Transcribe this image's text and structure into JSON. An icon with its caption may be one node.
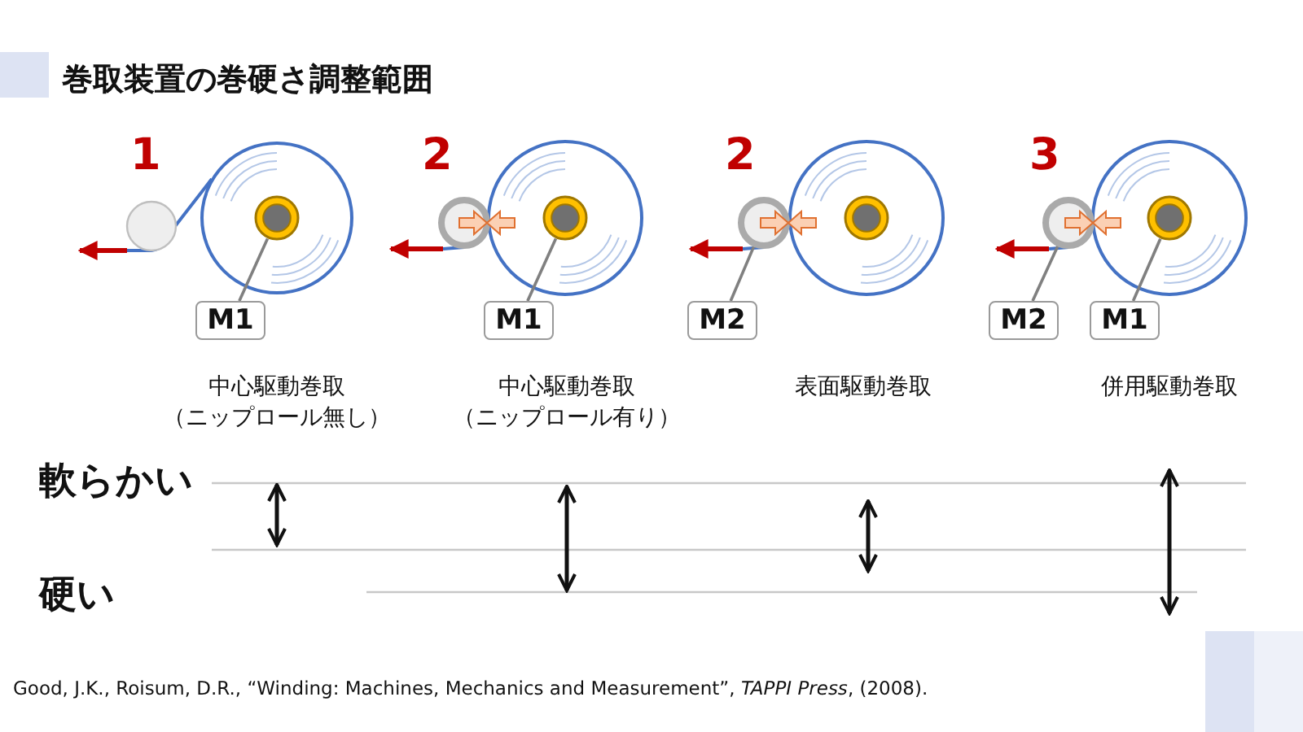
{
  "diagram": {
    "title": "巻取装置の巻硬さ調整範囲",
    "nodes": [
      {
        "text": [],
        "shape": "circle"
      },
      {
        "text": [
          "M1"
        ]
      },
      {
        "text": [],
        "shape": "circle"
      },
      {
        "text": [],
        "shape": "circle"
      },
      {
        "text": [
          "M1"
        ]
      },
      {
        "text": [],
        "shape": "circle"
      },
      {
        "text": [],
        "shape": "circle"
      },
      {
        "text": [],
        "shape": "circle"
      },
      {
        "text": [
          "M2"
        ]
      },
      {
        "text": [],
        "shape": "circle"
      },
      {
        "text": [],
        "shape": "circle"
      },
      {
        "text": [
          "M2"
        ]
      },
      {
        "text": [
          "M1"
        ]
      }
    ],
    "edges": [
      {
        "from": 1,
        "to": 2,
        "arrow": "none"
      },
      {
        "from": 4,
        "to": 5,
        "arrow": "none"
      },
      {
        "from": 8,
        "to": 6,
        "arrow": "none"
      },
      {
        "from": 11,
        "to": 9,
        "arrow": "none"
      },
      {
        "from": 12,
        "to": 10,
        "arrow": "none"
      }
    ],
    "labels": [
      "1",
      "2",
      "2",
      "3",
      "中心駆動巻取（ニップロール無し）",
      "中心駆動巻取（ニップロール有り）",
      "表面駆動巻取",
      "併用駆動巻取",
      "軟らかい",
      "硬い",
      "Good, J.K., Roisum, D.R., “Winding: Machines, Mechanics and Measurement”, *TAPPI Press*, (2008)."
    ]
  }
}
